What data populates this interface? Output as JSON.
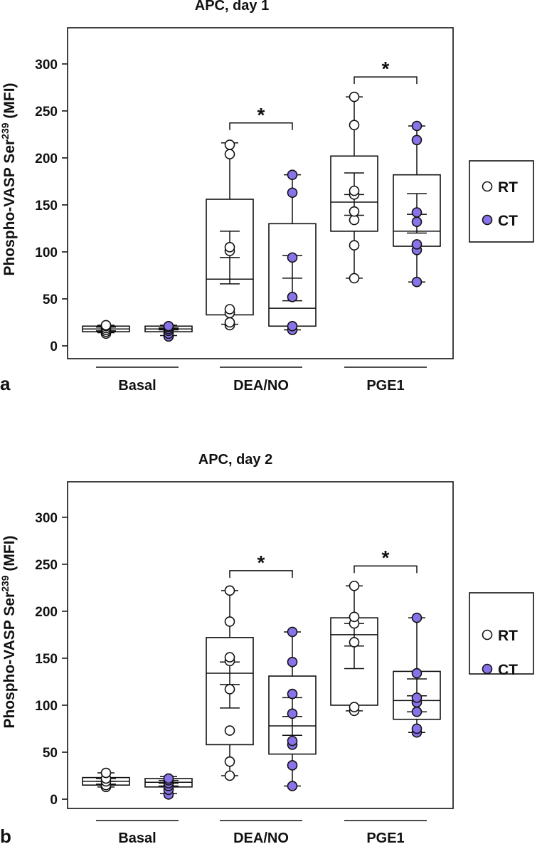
{
  "colors": {
    "rt_fill": "#ffffff",
    "ct_fill": "#8a72e8",
    "stroke": "#111111"
  },
  "ylabel_main": "Phospho-VASP Ser",
  "ylabel_sup": "239",
  "ylabel_unit": " (MFI)",
  "legend": [
    {
      "label": "RT",
      "color": "#ffffff"
    },
    {
      "label": "CT",
      "color": "#8a72e8"
    }
  ],
  "significance_marker": "*",
  "chart_data": [
    {
      "type": "box",
      "panel_label": "a",
      "title": "APC, day 1",
      "ylabel": "Phospho-VASP Ser239 (MFI)",
      "ylim": [
        -5,
        335
      ],
      "yticks": [
        0,
        50,
        100,
        150,
        200,
        250,
        300
      ],
      "groups": [
        "Basal",
        "DEA/NO",
        "PGE1"
      ],
      "series": [
        {
          "name": "RT",
          "boxes": [
            {
              "group": "Basal",
              "q1": 15,
              "median": 18,
              "q3": 21,
              "whisker_low": 14,
              "whisker_high": 22,
              "mean": 18,
              "sd_low": 16,
              "sd_high": 20,
              "points": [
                13,
                15,
                17,
                19,
                21,
                22
              ]
            },
            {
              "group": "DEA/NO",
              "q1": 33,
              "median": 71,
              "q3": 156,
              "whisker_low": 23,
              "whisker_high": 216,
              "mean": 94,
              "sd_low": 66,
              "sd_high": 122,
              "points": [
                22,
                25,
                35,
                39,
                101,
                105,
                204,
                214
              ]
            },
            {
              "group": "PGE1",
              "q1": 122,
              "median": 153,
              "q3": 202,
              "whisker_low": 72,
              "whisker_high": 265,
              "mean": 161,
              "sd_low": 139,
              "sd_high": 184,
              "points": [
                72,
                107,
                134,
                143,
                161,
                165,
                235,
                265
              ]
            }
          ]
        },
        {
          "name": "CT",
          "boxes": [
            {
              "group": "Basal",
              "q1": 15,
              "median": 18,
              "q3": 21,
              "whisker_low": 11,
              "whisker_high": 22,
              "mean": 17,
              "sd_low": 15,
              "sd_high": 19,
              "points": [
                10,
                13,
                16,
                18,
                20,
                21
              ]
            },
            {
              "group": "DEA/NO",
              "q1": 21,
              "median": 40,
              "q3": 130,
              "whisker_low": 17,
              "whisker_high": 182,
              "mean": 72,
              "sd_low": 48,
              "sd_high": 96,
              "points": [
                17,
                21,
                52,
                94,
                163,
                182
              ]
            },
            {
              "group": "PGE1",
              "q1": 106,
              "median": 122,
              "q3": 182,
              "whisker_low": 68,
              "whisker_high": 234,
              "mean": 140,
              "sd_low": 120,
              "sd_high": 162,
              "points": [
                68,
                102,
                108,
                132,
                142,
                219,
                234
              ]
            }
          ]
        }
      ],
      "significance": [
        "DEA/NO",
        "PGE1"
      ]
    },
    {
      "type": "box",
      "panel_label": "b",
      "title": "APC, day 2",
      "ylabel": "Phospho-VASP Ser239 (MFI)",
      "ylim": [
        -5,
        335
      ],
      "yticks": [
        0,
        50,
        100,
        150,
        200,
        250,
        300
      ],
      "groups": [
        "Basal",
        "DEA/NO",
        "PGE1"
      ],
      "series": [
        {
          "name": "RT",
          "boxes": [
            {
              "group": "Basal",
              "q1": 15,
              "median": 19,
              "q3": 23,
              "whisker_low": 13,
              "whisker_high": 28,
              "mean": 19,
              "sd_low": 16,
              "sd_high": 22,
              "points": [
                13,
                15,
                19,
                22,
                28
              ]
            },
            {
              "group": "DEA/NO",
              "q1": 58,
              "median": 134,
              "q3": 172,
              "whisker_low": 25,
              "whisker_high": 222,
              "mean": 122,
              "sd_low": 97,
              "sd_high": 146,
              "points": [
                25,
                40,
                73,
                117,
                147,
                151,
                189,
                222
              ]
            },
            {
              "group": "PGE1",
              "q1": 100,
              "median": 175,
              "q3": 193,
              "whisker_low": 94,
              "whisker_high": 227,
              "mean": 163,
              "sd_low": 139,
              "sd_high": 187,
              "points": [
                94,
                98,
                167,
                187,
                194,
                227
              ]
            }
          ]
        },
        {
          "name": "CT",
          "boxes": [
            {
              "group": "Basal",
              "q1": 13,
              "median": 18,
              "q3": 22,
              "whisker_low": 6,
              "whisker_high": 24,
              "mean": 17,
              "sd_low": 14,
              "sd_high": 20,
              "points": [
                5,
                10,
                14,
                17,
                20,
                22
              ]
            },
            {
              "group": "DEA/NO",
              "q1": 48,
              "median": 78,
              "q3": 131,
              "whisker_low": 14,
              "whisker_high": 178,
              "mean": 88,
              "sd_low": 68,
              "sd_high": 108,
              "points": [
                14,
                36,
                58,
                62,
                91,
                112,
                146,
                178
              ]
            },
            {
              "group": "PGE1",
              "q1": 85,
              "median": 105,
              "q3": 136,
              "whisker_low": 71,
              "whisker_high": 193,
              "mean": 110,
              "sd_low": 93,
              "sd_high": 128,
              "points": [
                71,
                75,
                93,
                103,
                108,
                134,
                193
              ]
            }
          ]
        }
      ],
      "significance": [
        "DEA/NO",
        "PGE1"
      ]
    }
  ]
}
